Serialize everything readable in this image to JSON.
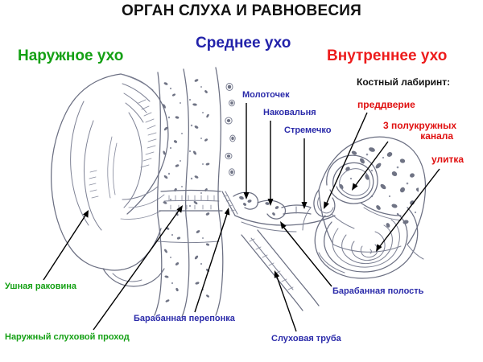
{
  "title": "ОРГАН СЛУХА И РАВНОВЕСИЯ",
  "sections": {
    "outer": "Наружное ухо",
    "middle": "Среднее ухо",
    "inner": "Внутреннее ухо"
  },
  "colors": {
    "outer_green": "#14a014",
    "middle_blue": "#2222aa",
    "inner_red": "#ed1c1c",
    "title_black": "#111111",
    "drawing_gray": "#6b6f82",
    "background": "#ffffff"
  },
  "labels": {
    "bony_labyrinth_heading": "Костный лабиринт:",
    "vestibule": "преддверие",
    "semicircular_canals_line1": "3 полукружных",
    "semicircular_canals_line2": "канала",
    "cochlea": "улитка",
    "malleus": "Молоточек",
    "incus": "Наковальня",
    "stapes": "Стремечко",
    "tympanic_cavity": "Барабанная полость",
    "tympanic_membrane": "Барабанная перепонка",
    "auditory_tube": "Слуховая труба",
    "auricle": "Ушная раковина",
    "external_auditory_canal": "Наружный слуховой проход"
  }
}
